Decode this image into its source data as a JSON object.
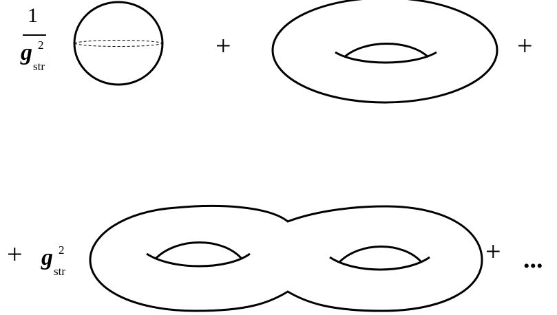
{
  "terms": {
    "first": {
      "numerator": "1",
      "coupling": "g",
      "exponent": "2",
      "subscript": "str"
    },
    "second": {
      "plus": "+"
    },
    "third": {
      "plus_lead": "+",
      "coupling": "g",
      "exponent": "2",
      "subscript": "str",
      "plus_trail": "+",
      "ellipsis": "..."
    },
    "after_torus": {
      "plus": "+"
    }
  }
}
